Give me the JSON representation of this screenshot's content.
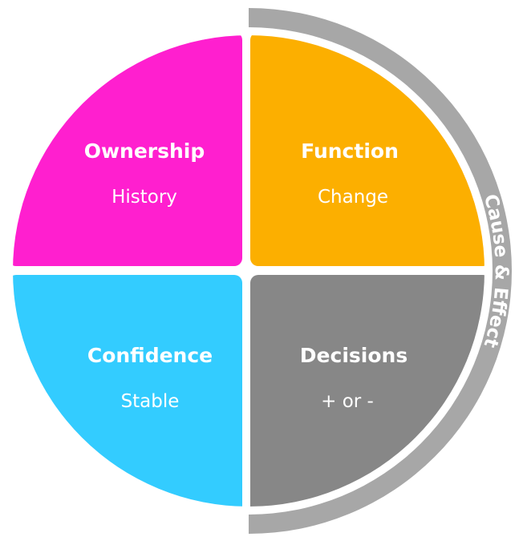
{
  "quadrants": {
    "top_left": {
      "title": "Ownership",
      "subtitle": "History",
      "color": "#ff1fcf"
    },
    "top_right": {
      "title": "Function",
      "subtitle": "Change",
      "color": "#fcaf00"
    },
    "bottom_left": {
      "title": "Confidence",
      "subtitle": "Stable",
      "color": "#33ccff"
    },
    "bottom_right": {
      "title": "Decisions",
      "subtitle": "+ or -",
      "color": "#878787"
    }
  },
  "outer_arc": {
    "label": "Cause & Effect",
    "color": "#a7a7a7"
  }
}
